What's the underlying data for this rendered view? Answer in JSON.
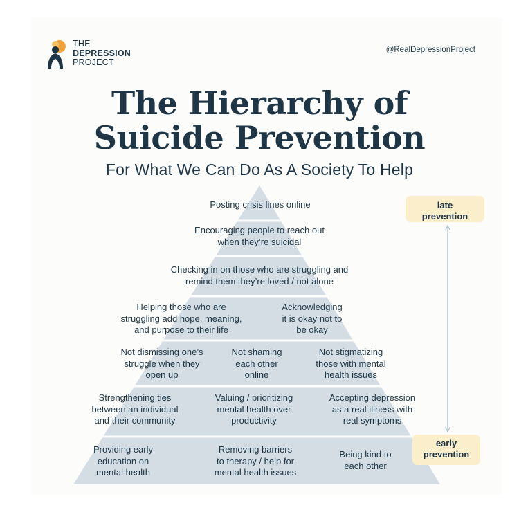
{
  "brand": {
    "name_line1": "THE",
    "name_line2": "DEPRESSION",
    "name_line3": "PROJECT",
    "handle": "@RealDepressionProject"
  },
  "header": {
    "title_line1": "The Hierarchy of",
    "title_line2": "Suicide Prevention",
    "subtitle": "For What We Can Do As A Society To Help"
  },
  "pyramid": {
    "tiers": [
      {
        "cells": [
          {
            "lines": [
              "Posting crisis lines online"
            ]
          }
        ]
      },
      {
        "cells": [
          {
            "lines": [
              "Encouraging people to reach out",
              "when they’re suicidal"
            ]
          }
        ]
      },
      {
        "cells": [
          {
            "lines": [
              "Checking in on those who are struggling and",
              "remind them they’re loved / not alone"
            ]
          }
        ]
      },
      {
        "cells": [
          {
            "lines": [
              "Helping those who are",
              "struggling add hope, meaning,",
              "and purpose to their life"
            ]
          },
          {
            "lines": [
              "Acknowledging",
              "it is okay not to",
              "be okay"
            ]
          }
        ]
      },
      {
        "cells": [
          {
            "lines": [
              "Not dismissing one’s",
              "struggle when they",
              "open up"
            ]
          },
          {
            "lines": [
              "Not shaming",
              "each other",
              "online"
            ]
          },
          {
            "lines": [
              "Not stigmatizing",
              "those with mental",
              "health issues"
            ]
          }
        ]
      },
      {
        "cells": [
          {
            "lines": [
              "Strengthening ties",
              "between an individual",
              "and their community"
            ]
          },
          {
            "lines": [
              "Valuing / prioritizing",
              "mental health over",
              "productivity"
            ]
          },
          {
            "lines": [
              "Accepting depression",
              "as a real illness with",
              "real symptoms"
            ]
          }
        ]
      },
      {
        "cells": [
          {
            "lines": [
              "Providing early",
              "education on",
              "mental health"
            ]
          },
          {
            "lines": [
              "Removing barriers",
              "to therapy / help for",
              "mental health issues"
            ]
          },
          {
            "lines": [
              "Being kind to",
              "each other"
            ]
          }
        ]
      }
    ]
  },
  "scale": {
    "top_line1": "late",
    "top_line2": "prevention",
    "bottom_line1": "early",
    "bottom_line2": "prevention"
  },
  "colors": {
    "pyramid_fill": "#d3dde3",
    "divider": "#fcfcfb",
    "badge_fill": "#fbeecb",
    "text": "#1e3646",
    "logo_orange": "#f2a23a",
    "arrow": "#aac3cd"
  }
}
